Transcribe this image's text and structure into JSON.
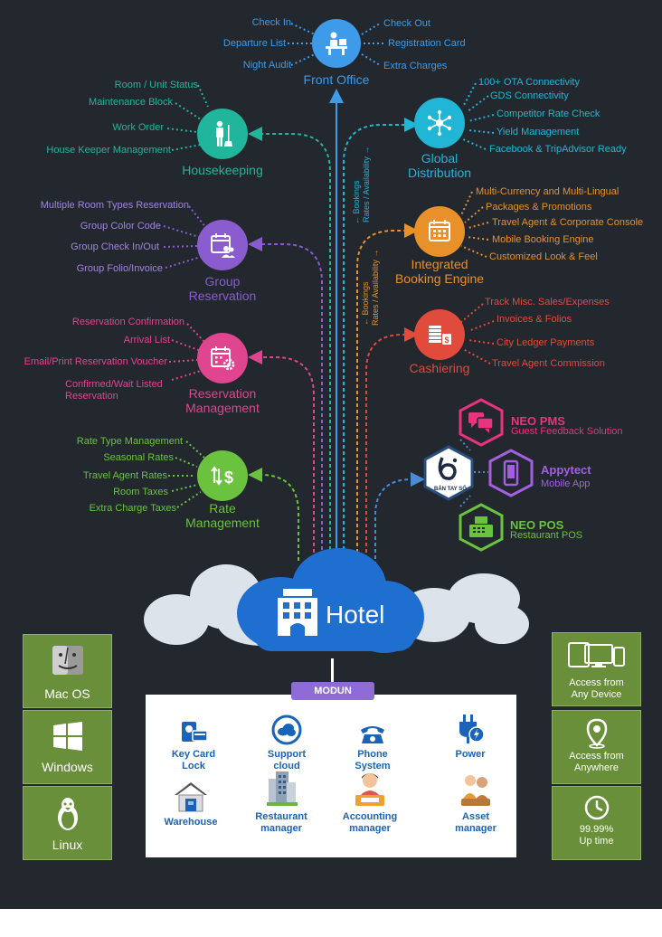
{
  "front_office": {
    "title": "Front Office",
    "color": "#3d9be9",
    "items_left": [
      "Check In",
      "Departure List",
      "Night Audit"
    ],
    "items_right": [
      "Check Out",
      "Registration Card",
      "Extra Charges"
    ]
  },
  "housekeeping": {
    "title": "Housekeeping",
    "color": "#21b59b",
    "items": [
      "Room / Unit Status",
      "Maintenance Block",
      "Work Order",
      "House Keeper Management"
    ]
  },
  "global_distribution": {
    "title_line1": "Global",
    "title_line2": "Distribution",
    "color": "#21b5d6",
    "items": [
      "100+ OTA Connectivity",
      "GDS Connectivity",
      "Competitor Rate Check",
      "Yield Management",
      "Facebook & TripAdvisor Ready"
    ]
  },
  "group_reservation": {
    "title_line1": "Group",
    "title_line2": "Reservation",
    "color": "#8a5cd0",
    "items": [
      "Multiple Room Types Reservation",
      "Group Color Code",
      "Group Check In/Out",
      "Group Folio/Invoice"
    ]
  },
  "booking_engine": {
    "title_line1": "Integrated",
    "title_line2": "Booking Engine",
    "color": "#e8902a",
    "items": [
      "Multi-Currency and Multi-Lingual",
      "Packages & Promotions",
      "Travel Agent & Corporate Console",
      "Mobile Booking Engine",
      "Customized Look & Feel"
    ]
  },
  "reservation_management": {
    "title_line1": "Reservation",
    "title_line2": "Management",
    "color": "#e0458f",
    "items": [
      "Reservation Confirmation",
      "Arrival List",
      "Email/Print Reservation Voucher",
      "Confirmed/Wait Listed",
      "Reservation"
    ]
  },
  "cashiering": {
    "title": "Cashiering",
    "color": "#e14b3b",
    "items": [
      "Track Misc. Sales/Expenses",
      "Invoices & Folios",
      "City Ledger Payments",
      "Travel Agent Commission"
    ]
  },
  "rate_management": {
    "title_line1": "Rate",
    "title_line2": "Management",
    "color": "#6ac23e",
    "items": [
      "Rate Type Management",
      "Seasonal Rates",
      "Travel Agent Rates",
      "Room Taxes",
      "Extra Charge Taxes"
    ]
  },
  "vertical_labels": {
    "gd_line1": "← Bookings",
    "gd_line2": "Rates / Availability →",
    "be_line1": "← Bookings",
    "be_line2": "Rates / Availability →"
  },
  "products": {
    "center_logo": "BẢN TAY SỐ",
    "neo_pms": {
      "name": "NEO PMS",
      "sub": "Guest Feedback Solution",
      "color": "#e8337f"
    },
    "appytect": {
      "name": "Appytect",
      "sub": "Mobile App",
      "color": "#a260e0"
    },
    "neo_pos": {
      "name": "NEO POS",
      "sub": "Restaurant POS",
      "color": "#6ac23e"
    }
  },
  "hotel": {
    "label": "Hotel",
    "color": "#1f6fd1"
  },
  "modun": {
    "label": "MODUN",
    "items": [
      {
        "label": "Key Card\nLock",
        "icon": "key-card-icon"
      },
      {
        "label": "Support\ncloud",
        "icon": "cloud-icon"
      },
      {
        "label": "Phone\nSystem",
        "icon": "phone-icon"
      },
      {
        "label": "Power",
        "icon": "power-plug-icon"
      },
      {
        "label": "Warehouse",
        "icon": "warehouse-icon"
      },
      {
        "label": "Restaurant\nmanager",
        "icon": "building-icon"
      },
      {
        "label": "Accounting\nmanager",
        "icon": "accountant-icon"
      },
      {
        "label": "Asset\nmanager",
        "icon": "asset-icon"
      }
    ]
  },
  "os": {
    "mac": "Mac OS",
    "windows": "Windows",
    "linux": "Linux"
  },
  "features": {
    "any_device": "Access from\nAny Device",
    "anywhere": "Access from\nAnywhere",
    "uptime": "99.99%\nUp time"
  }
}
